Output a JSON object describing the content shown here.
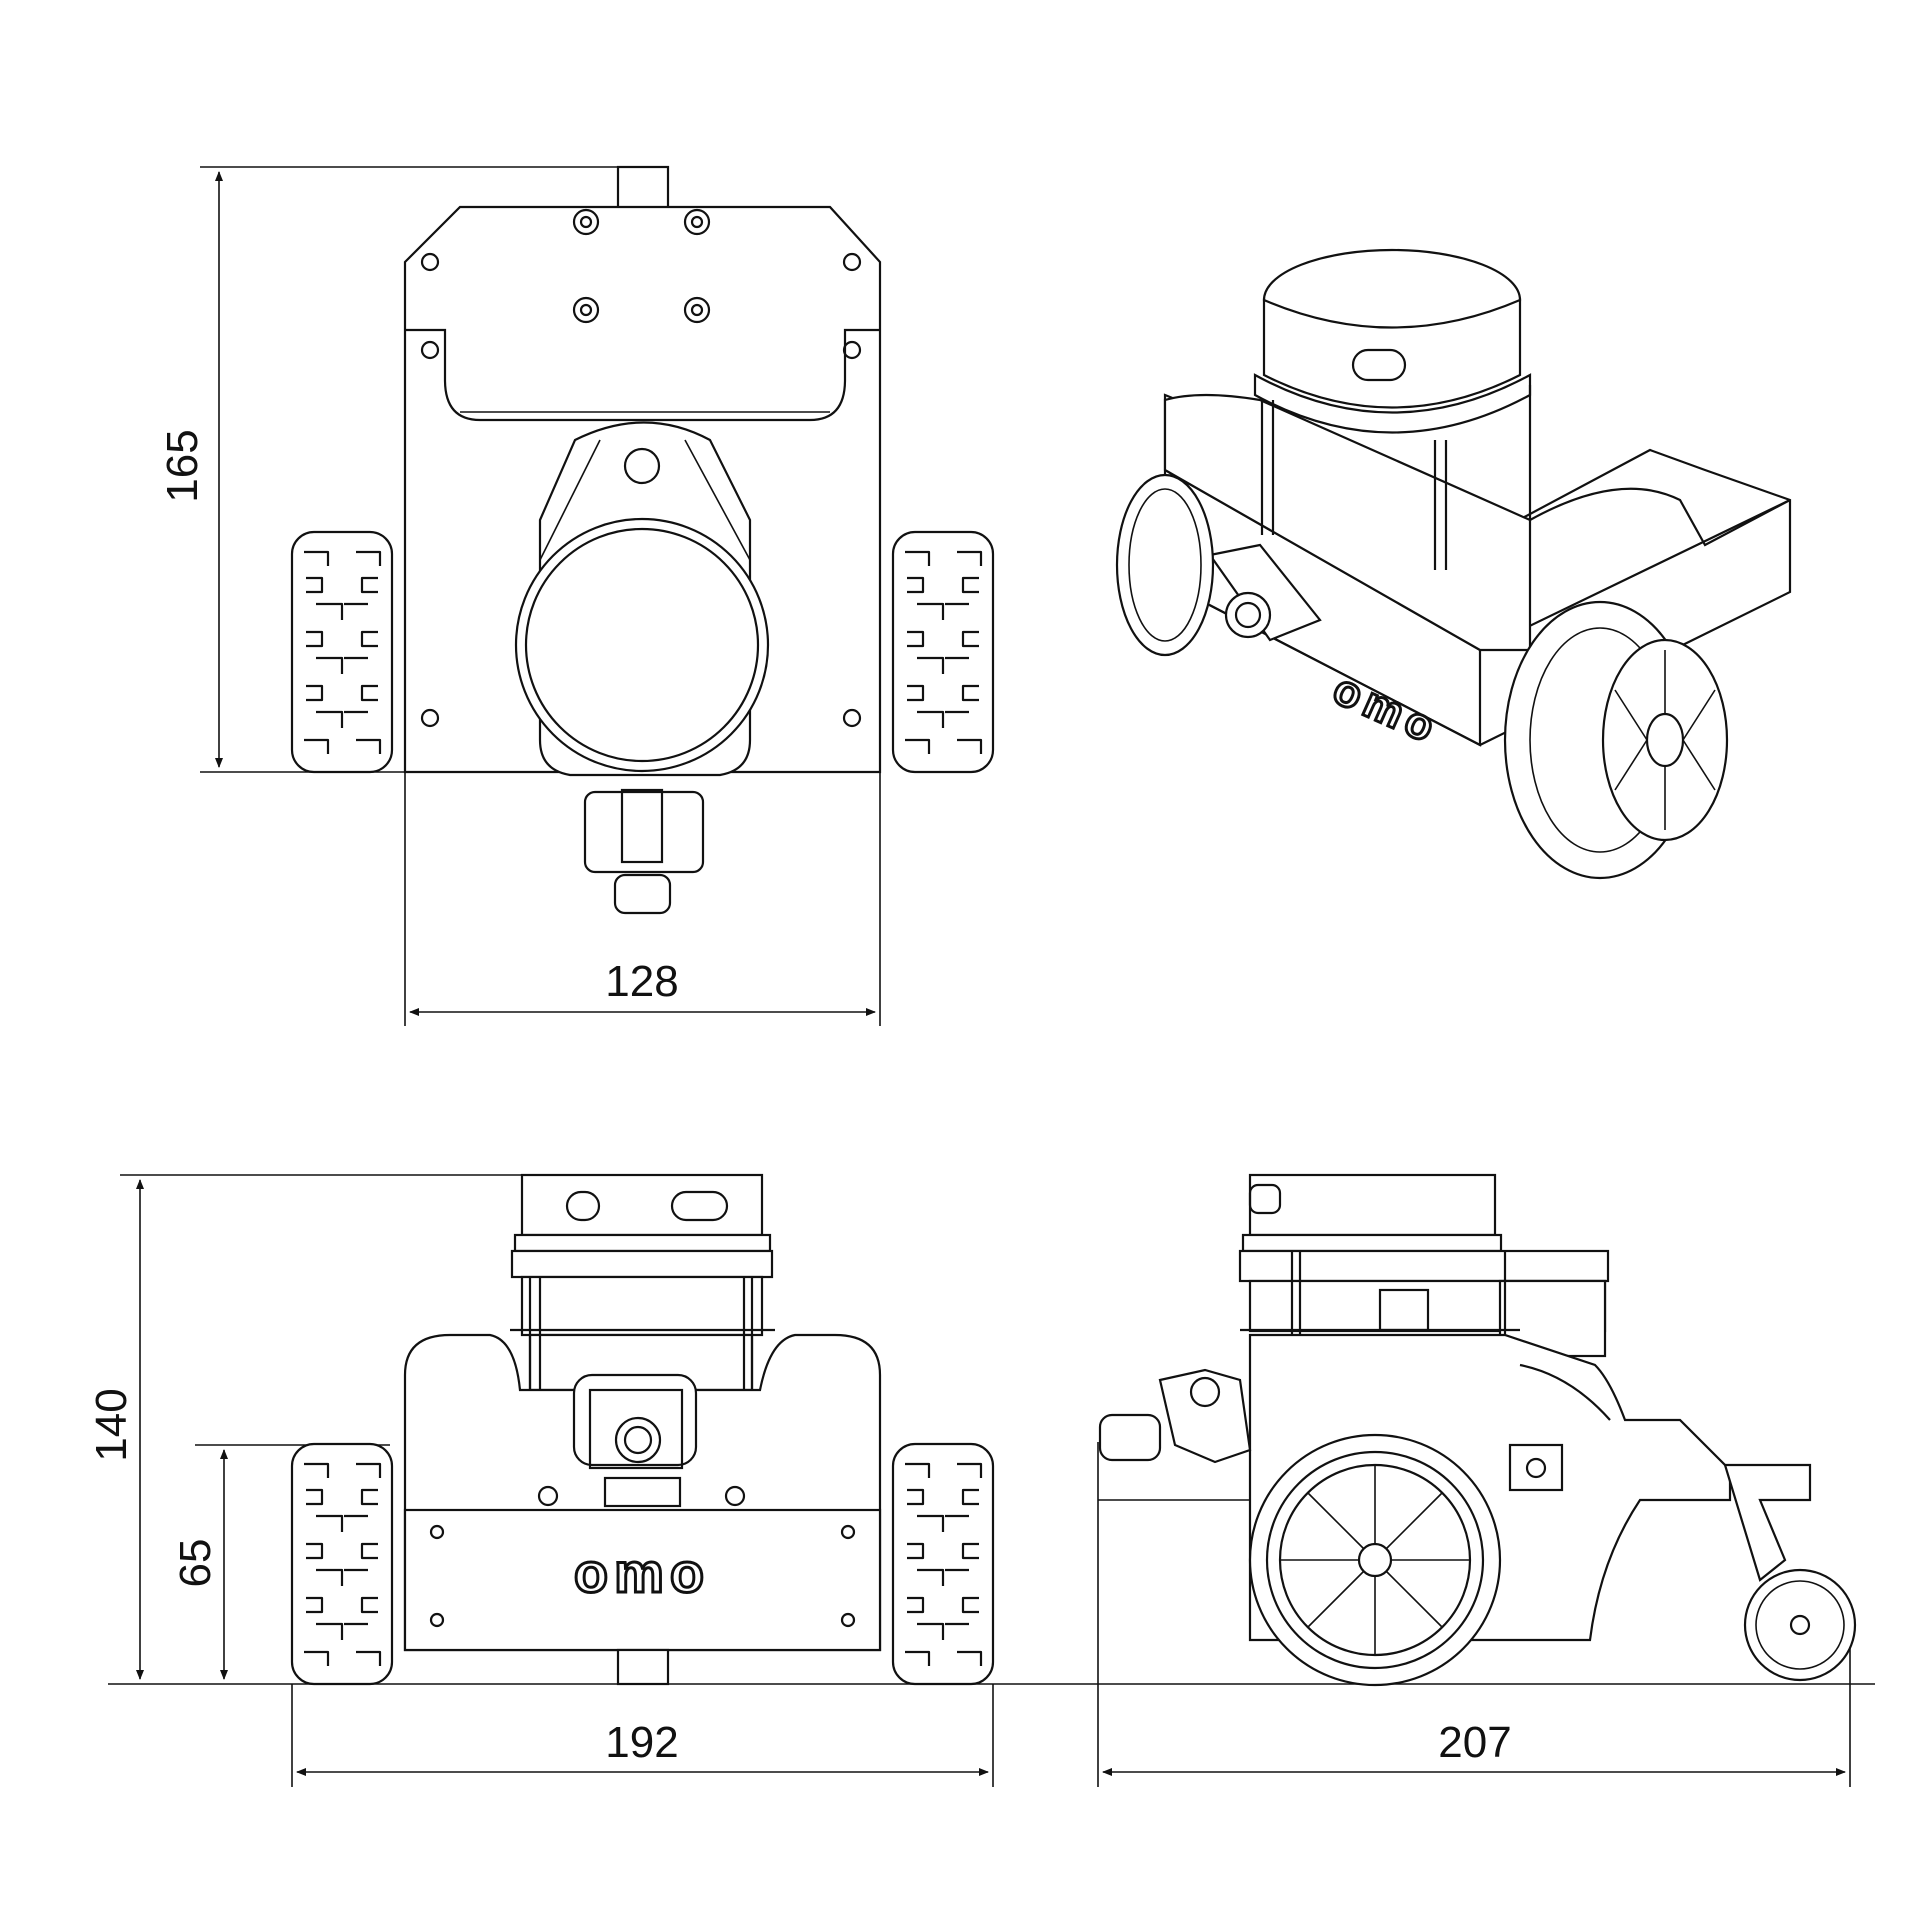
{
  "dimensions": {
    "top_height": "165",
    "top_width": "128",
    "front_height": "140",
    "front_wheel_height": "65",
    "front_width": "192",
    "side_length": "207"
  },
  "logo": {
    "text": "omo"
  },
  "colors": {
    "line": "#111111",
    "background": "#ffffff"
  }
}
